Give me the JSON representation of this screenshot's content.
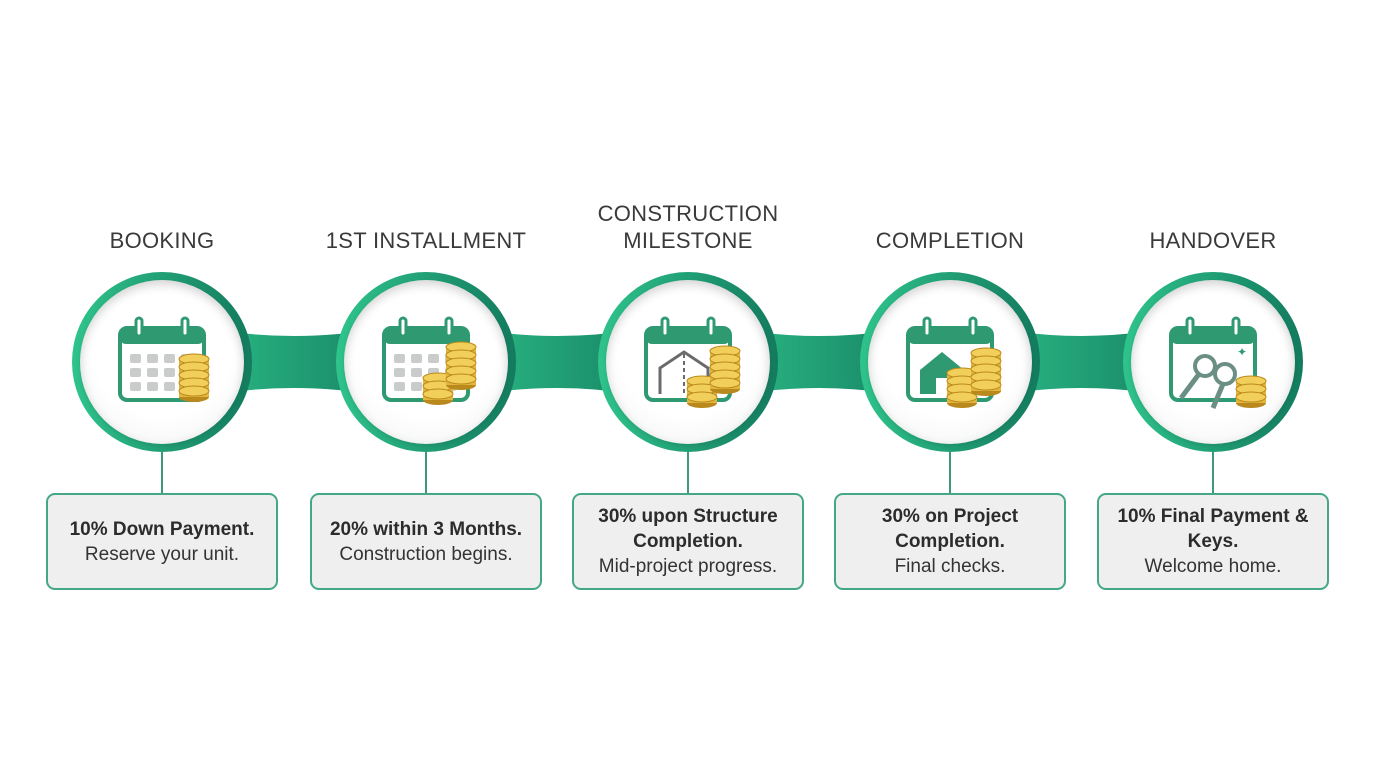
{
  "steps": [
    {
      "title": "BOOKING",
      "amount": "10% Down Payment.",
      "description": "Reserve your unit.",
      "icon": "calendar-coins-icon"
    },
    {
      "title": "1ST INSTALLMENT",
      "amount": "20% within 3 Months.",
      "description": "Construction begins.",
      "icon": "calendar-coin-stacks-icon"
    },
    {
      "title": "CONSTRUCTION MILESTONE",
      "amount": "30% upon Structure Completion.",
      "description": "Mid-project progress.",
      "icon": "calendar-house-frame-coins-icon"
    },
    {
      "title": "COMPLETION",
      "amount": "30% on Project Completion.",
      "description": "Final checks.",
      "icon": "calendar-house-coins-icon"
    },
    {
      "title": "HANDOVER",
      "amount": "10% Final Payment & Keys.",
      "description": "Welcome home.",
      "icon": "calendar-keys-coins-icon"
    }
  ],
  "colors": {
    "ring_start": "#2fc48c",
    "ring_end": "#137a5e",
    "icon_green": "#2f9a72",
    "coin_gold": "#e3b53a",
    "card_border": "#45a885",
    "card_fill": "#efefef"
  }
}
